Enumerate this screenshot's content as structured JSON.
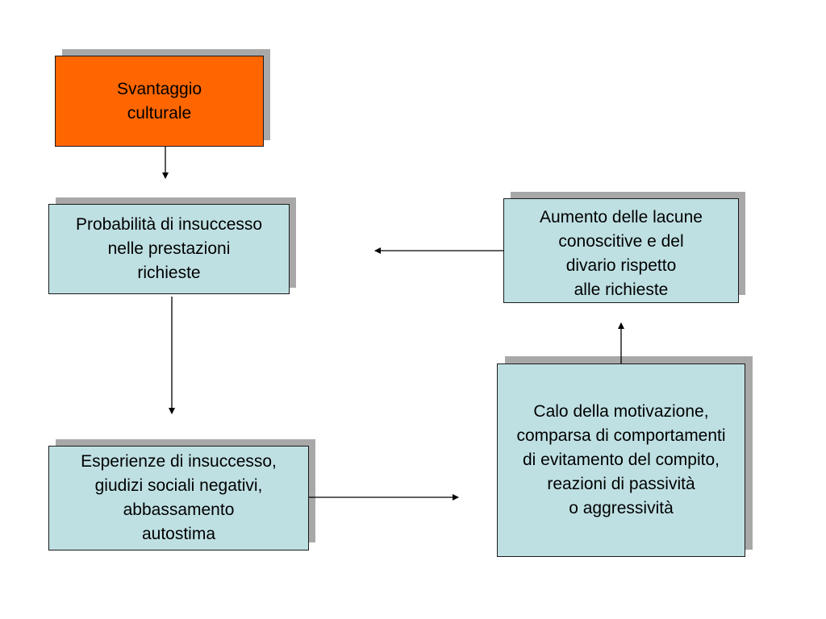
{
  "colors": {
    "orange_fill": "#ff6600",
    "blue_fill": "#bfe0e3",
    "shadow": "#a8a8a8",
    "border": "#1a1a1a",
    "arrow": "#000000"
  },
  "boxes": {
    "svantaggio": "Svantaggio\nculturale",
    "probabilita": "Probabilità di insuccesso\nnelle prestazioni\nrichieste",
    "esperienze": "Esperienze di insuccesso,\ngiudizi sociali negativi,\nabbassamento\nautostima",
    "calo": "Calo della motivazione,\ncomparsa di comportamenti\ndi evitamento del compito,\nreazioni di passività\no aggressività",
    "aumento": "Aumento delle lacune\nconoscitive e del\ndivario rispetto\nalle richieste"
  },
  "arrows": [
    {
      "from": "svantaggio",
      "to": "probabilita"
    },
    {
      "from": "probabilita",
      "to": "esperienze"
    },
    {
      "from": "esperienze",
      "to": "calo"
    },
    {
      "from": "calo",
      "to": "aumento"
    },
    {
      "from": "aumento",
      "to": "probabilita"
    }
  ]
}
